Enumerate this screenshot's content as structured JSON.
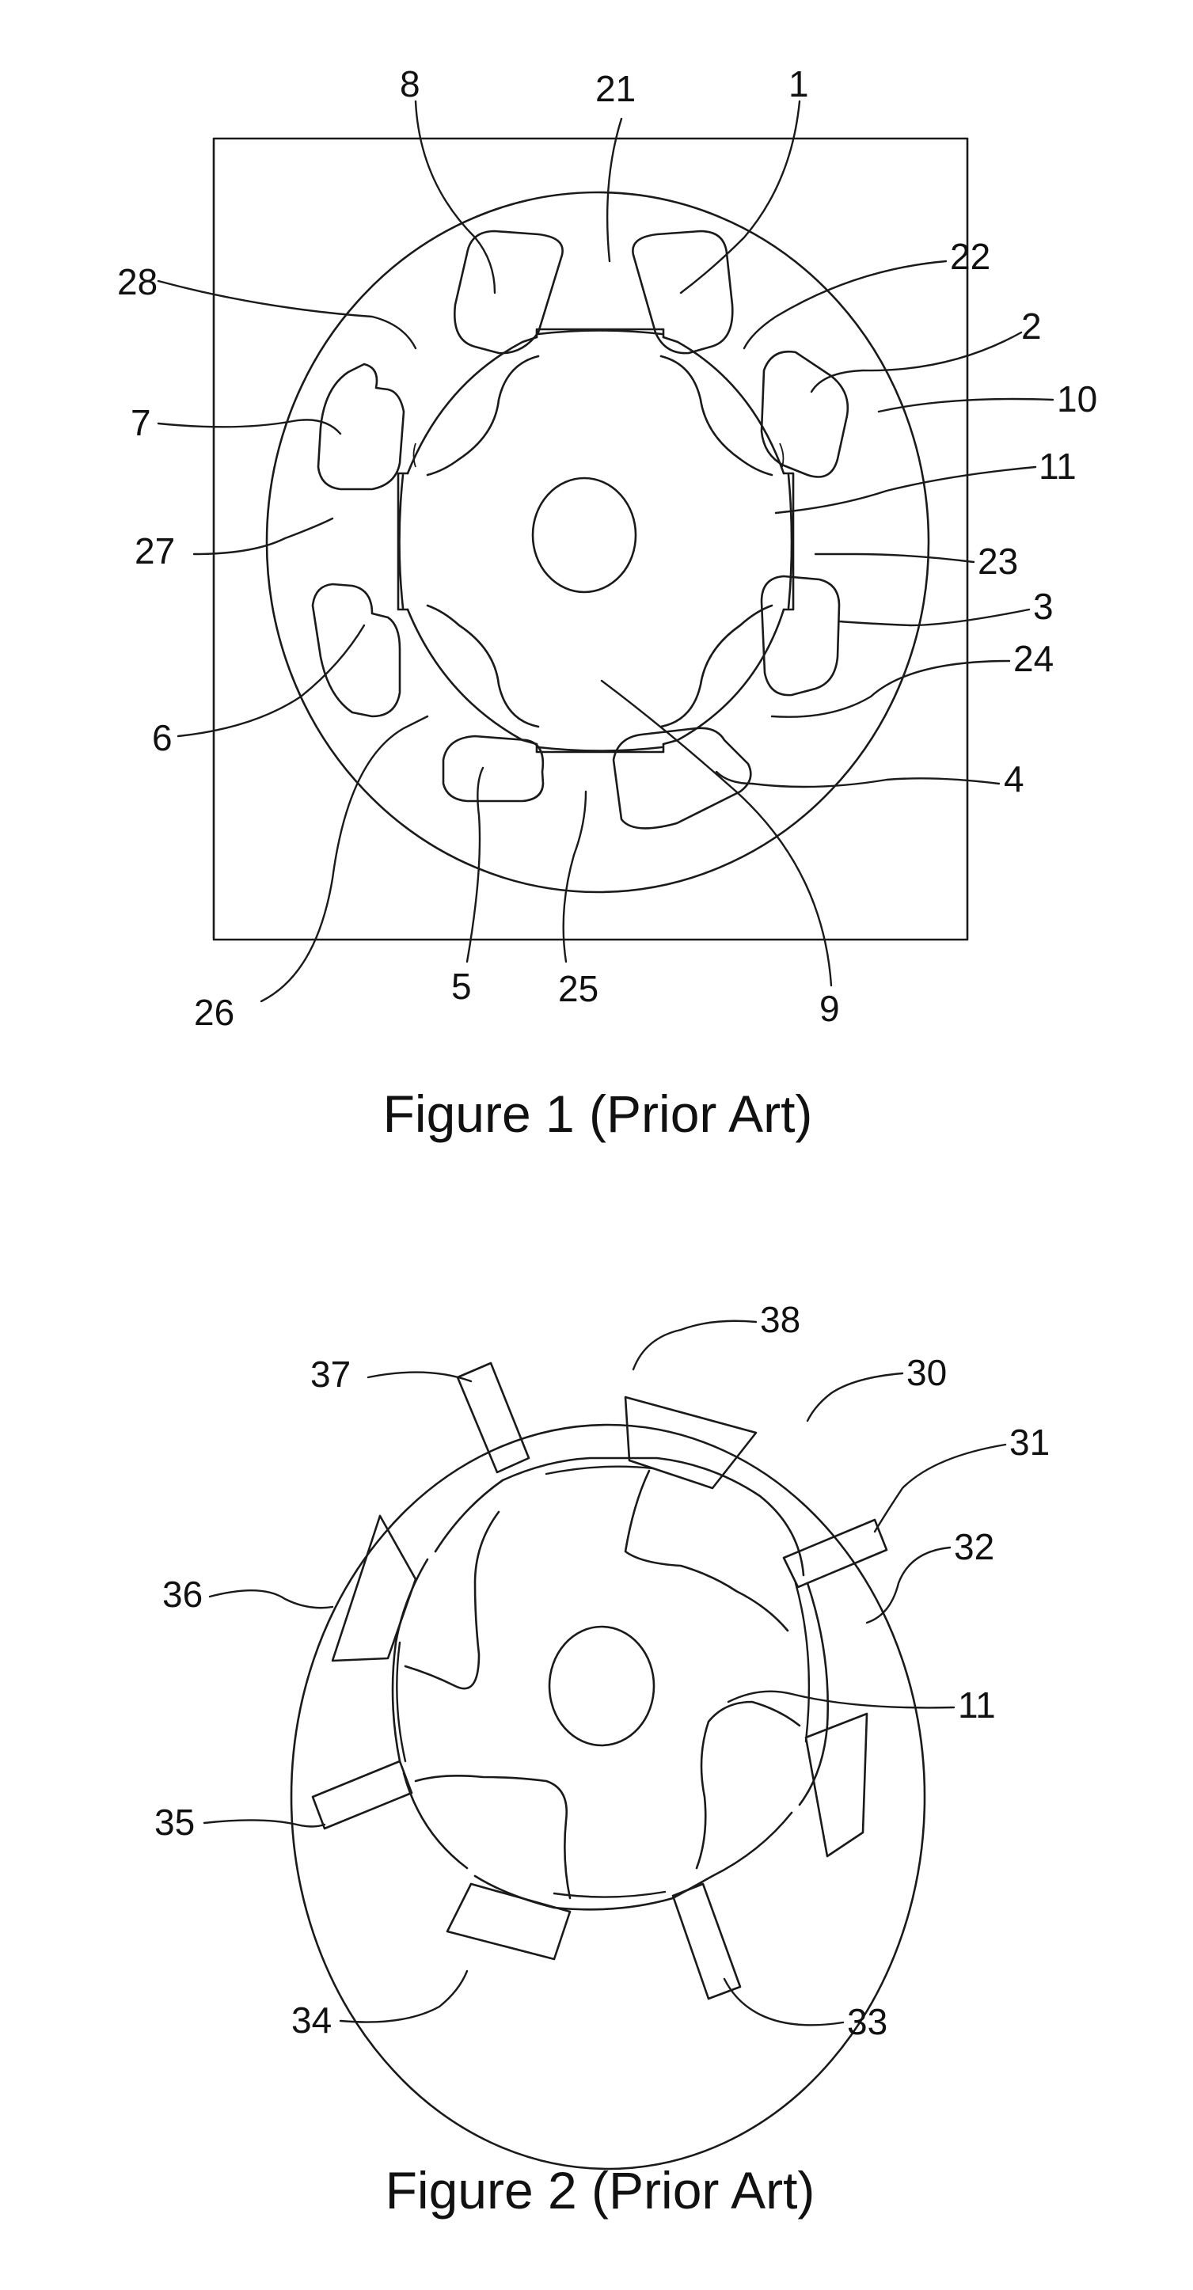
{
  "figure1": {
    "caption": "Figure 1 (Prior Art)",
    "labels": {
      "l1": "1",
      "l2": "2",
      "l3": "3",
      "l4": "4",
      "l5": "5",
      "l6": "6",
      "l7": "7",
      "l8": "8",
      "l9": "9",
      "l10": "10",
      "l11": "11",
      "l21": "21",
      "l22": "22",
      "l23": "23",
      "l24": "24",
      "l25": "25",
      "l26": "26",
      "l27": "27",
      "l28": "28"
    }
  },
  "figure2": {
    "caption": "Figure 2 (Prior Art)",
    "labels": {
      "l11": "11",
      "l30": "30",
      "l31": "31",
      "l32": "32",
      "l33": "33",
      "l34": "34",
      "l35": "35",
      "l36": "36",
      "l37": "37",
      "l38": "38"
    }
  }
}
